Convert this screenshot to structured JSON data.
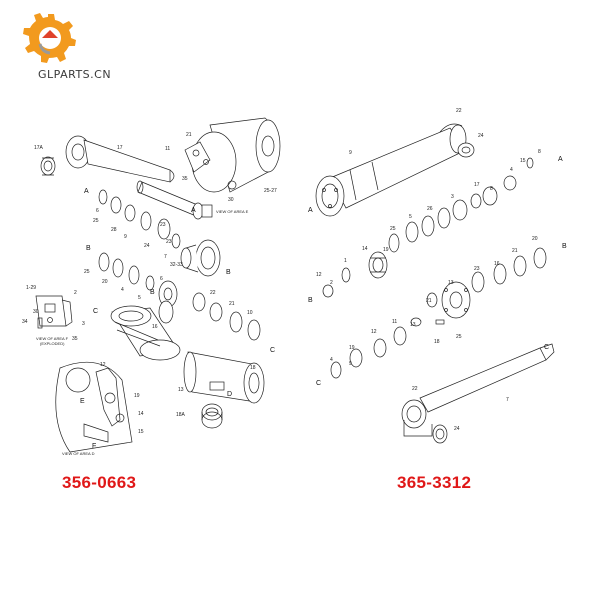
{
  "logo": {
    "text": "GLPARTS.CN",
    "colors": {
      "gear_orange": "#f29a1e",
      "gear_red": "#e0422a",
      "gear_grey": "#9a9a9a"
    }
  },
  "left_diagram": {
    "part_number": "356-0663",
    "part_number_color": "#e01818",
    "captions": {
      "view_area_e": "VIEW OF AREA E",
      "view_area_f_line1": "VIEW OF AREA F",
      "view_area_f_line2": "(EXPLODED)",
      "view_area_d": "VIEW OF AREA D"
    },
    "callouts": [
      "17A",
      "17",
      "21",
      "11",
      "35",
      "25-27",
      "30",
      "A",
      "A",
      "6",
      "25",
      "28",
      "9",
      "24",
      "23",
      "23",
      "7",
      "32-33",
      "B",
      "B",
      "B",
      "25",
      "20",
      "4",
      "5",
      "6",
      "1-29",
      "2",
      "3",
      "34",
      "30",
      "35",
      "C",
      "C",
      "16",
      "22",
      "21",
      "10",
      "18",
      "13",
      "D",
      "18A",
      "E",
      "12",
      "19",
      "14",
      "15",
      "F"
    ]
  },
  "right_diagram": {
    "part_number": "365-3312",
    "part_number_color": "#e01818",
    "callouts": [
      "22",
      "24",
      "9",
      "A",
      "A",
      "15",
      "8",
      "4",
      "8",
      "17",
      "3",
      "26",
      "5",
      "25",
      "19",
      "14",
      "1",
      "2",
      "B",
      "B",
      "12",
      "23",
      "16",
      "21",
      "20",
      "13",
      "21",
      "18",
      "25",
      "13",
      "11",
      "12",
      "19",
      "C",
      "C",
      "4",
      "9",
      "22",
      "7",
      "24"
    ]
  }
}
